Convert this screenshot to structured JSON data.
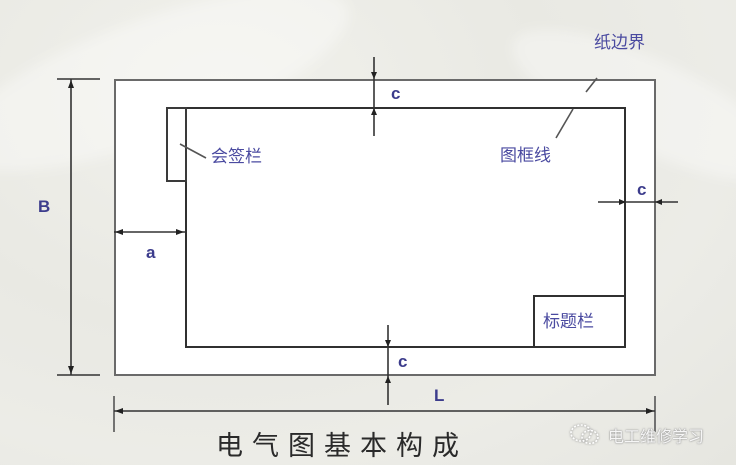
{
  "diagram": {
    "caption": "电气图基本构成",
    "labels": {
      "paper_boundary": "纸边界",
      "frame_line": "图框线",
      "signature_block": "会签栏",
      "title_block": "标题栏"
    },
    "dimensions": {
      "height": "B",
      "length": "L",
      "binding_margin": "a",
      "margin_top": "c",
      "margin_right": "c",
      "margin_bottom": "c"
    }
  },
  "watermark": {
    "text": "电工维修学习",
    "icon": "wechat-icon"
  },
  "colors": {
    "label": "#4a4aa0",
    "line": "#303030",
    "paper": "#ffffff",
    "background": "#ebebe5"
  }
}
